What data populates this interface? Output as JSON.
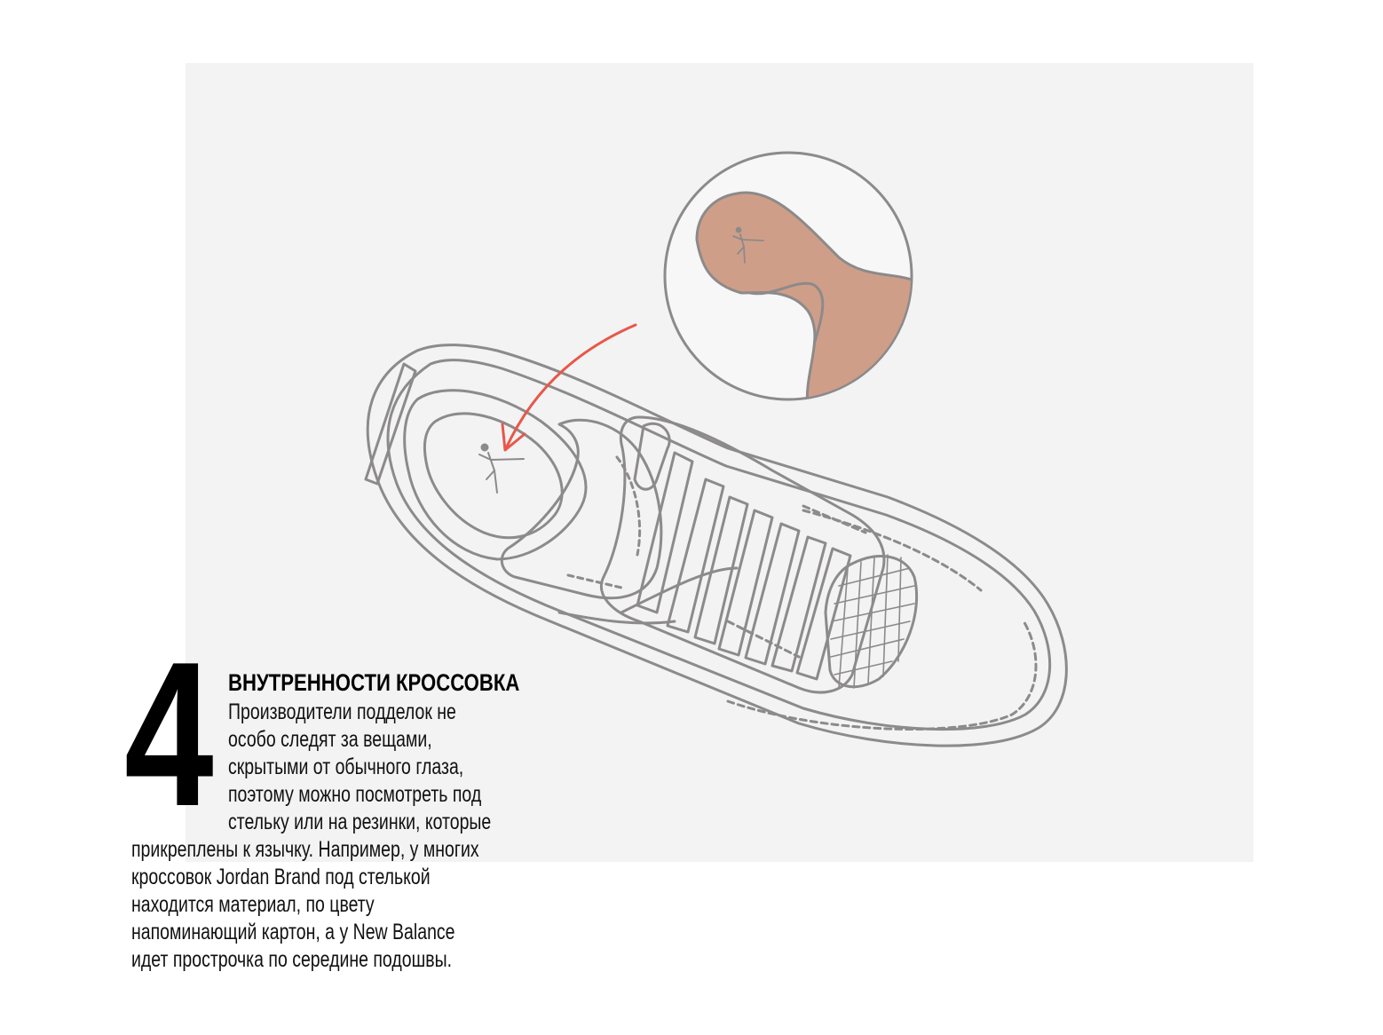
{
  "colors": {
    "panel_background": "#f3f3f3",
    "outline": "#8c8a8a",
    "insole_fill": "#cf9e89",
    "arrow": "#e8574a",
    "text": "#000000"
  },
  "icons": {
    "logo": "jumpman-logo-icon",
    "arrow": "curved-arrow-icon"
  },
  "step": {
    "number": "4",
    "title": "ВНУТРЕННОСТИ КРОССОВКА",
    "lines": [
      "Производители подделок не",
      "особо следят за вещами,",
      "скрытыми от обычного глаза,",
      "поэтому можно посмотреть под",
      "стельку или на резинки, которые",
      "прикреплены к язычку. Например, у многих",
      "кроссовок Jordan Brand под стелькой",
      "находится материал, по цвету",
      "напоминающий картон, а у New Balance",
      "идет прострочка по середине подошвы."
    ]
  }
}
